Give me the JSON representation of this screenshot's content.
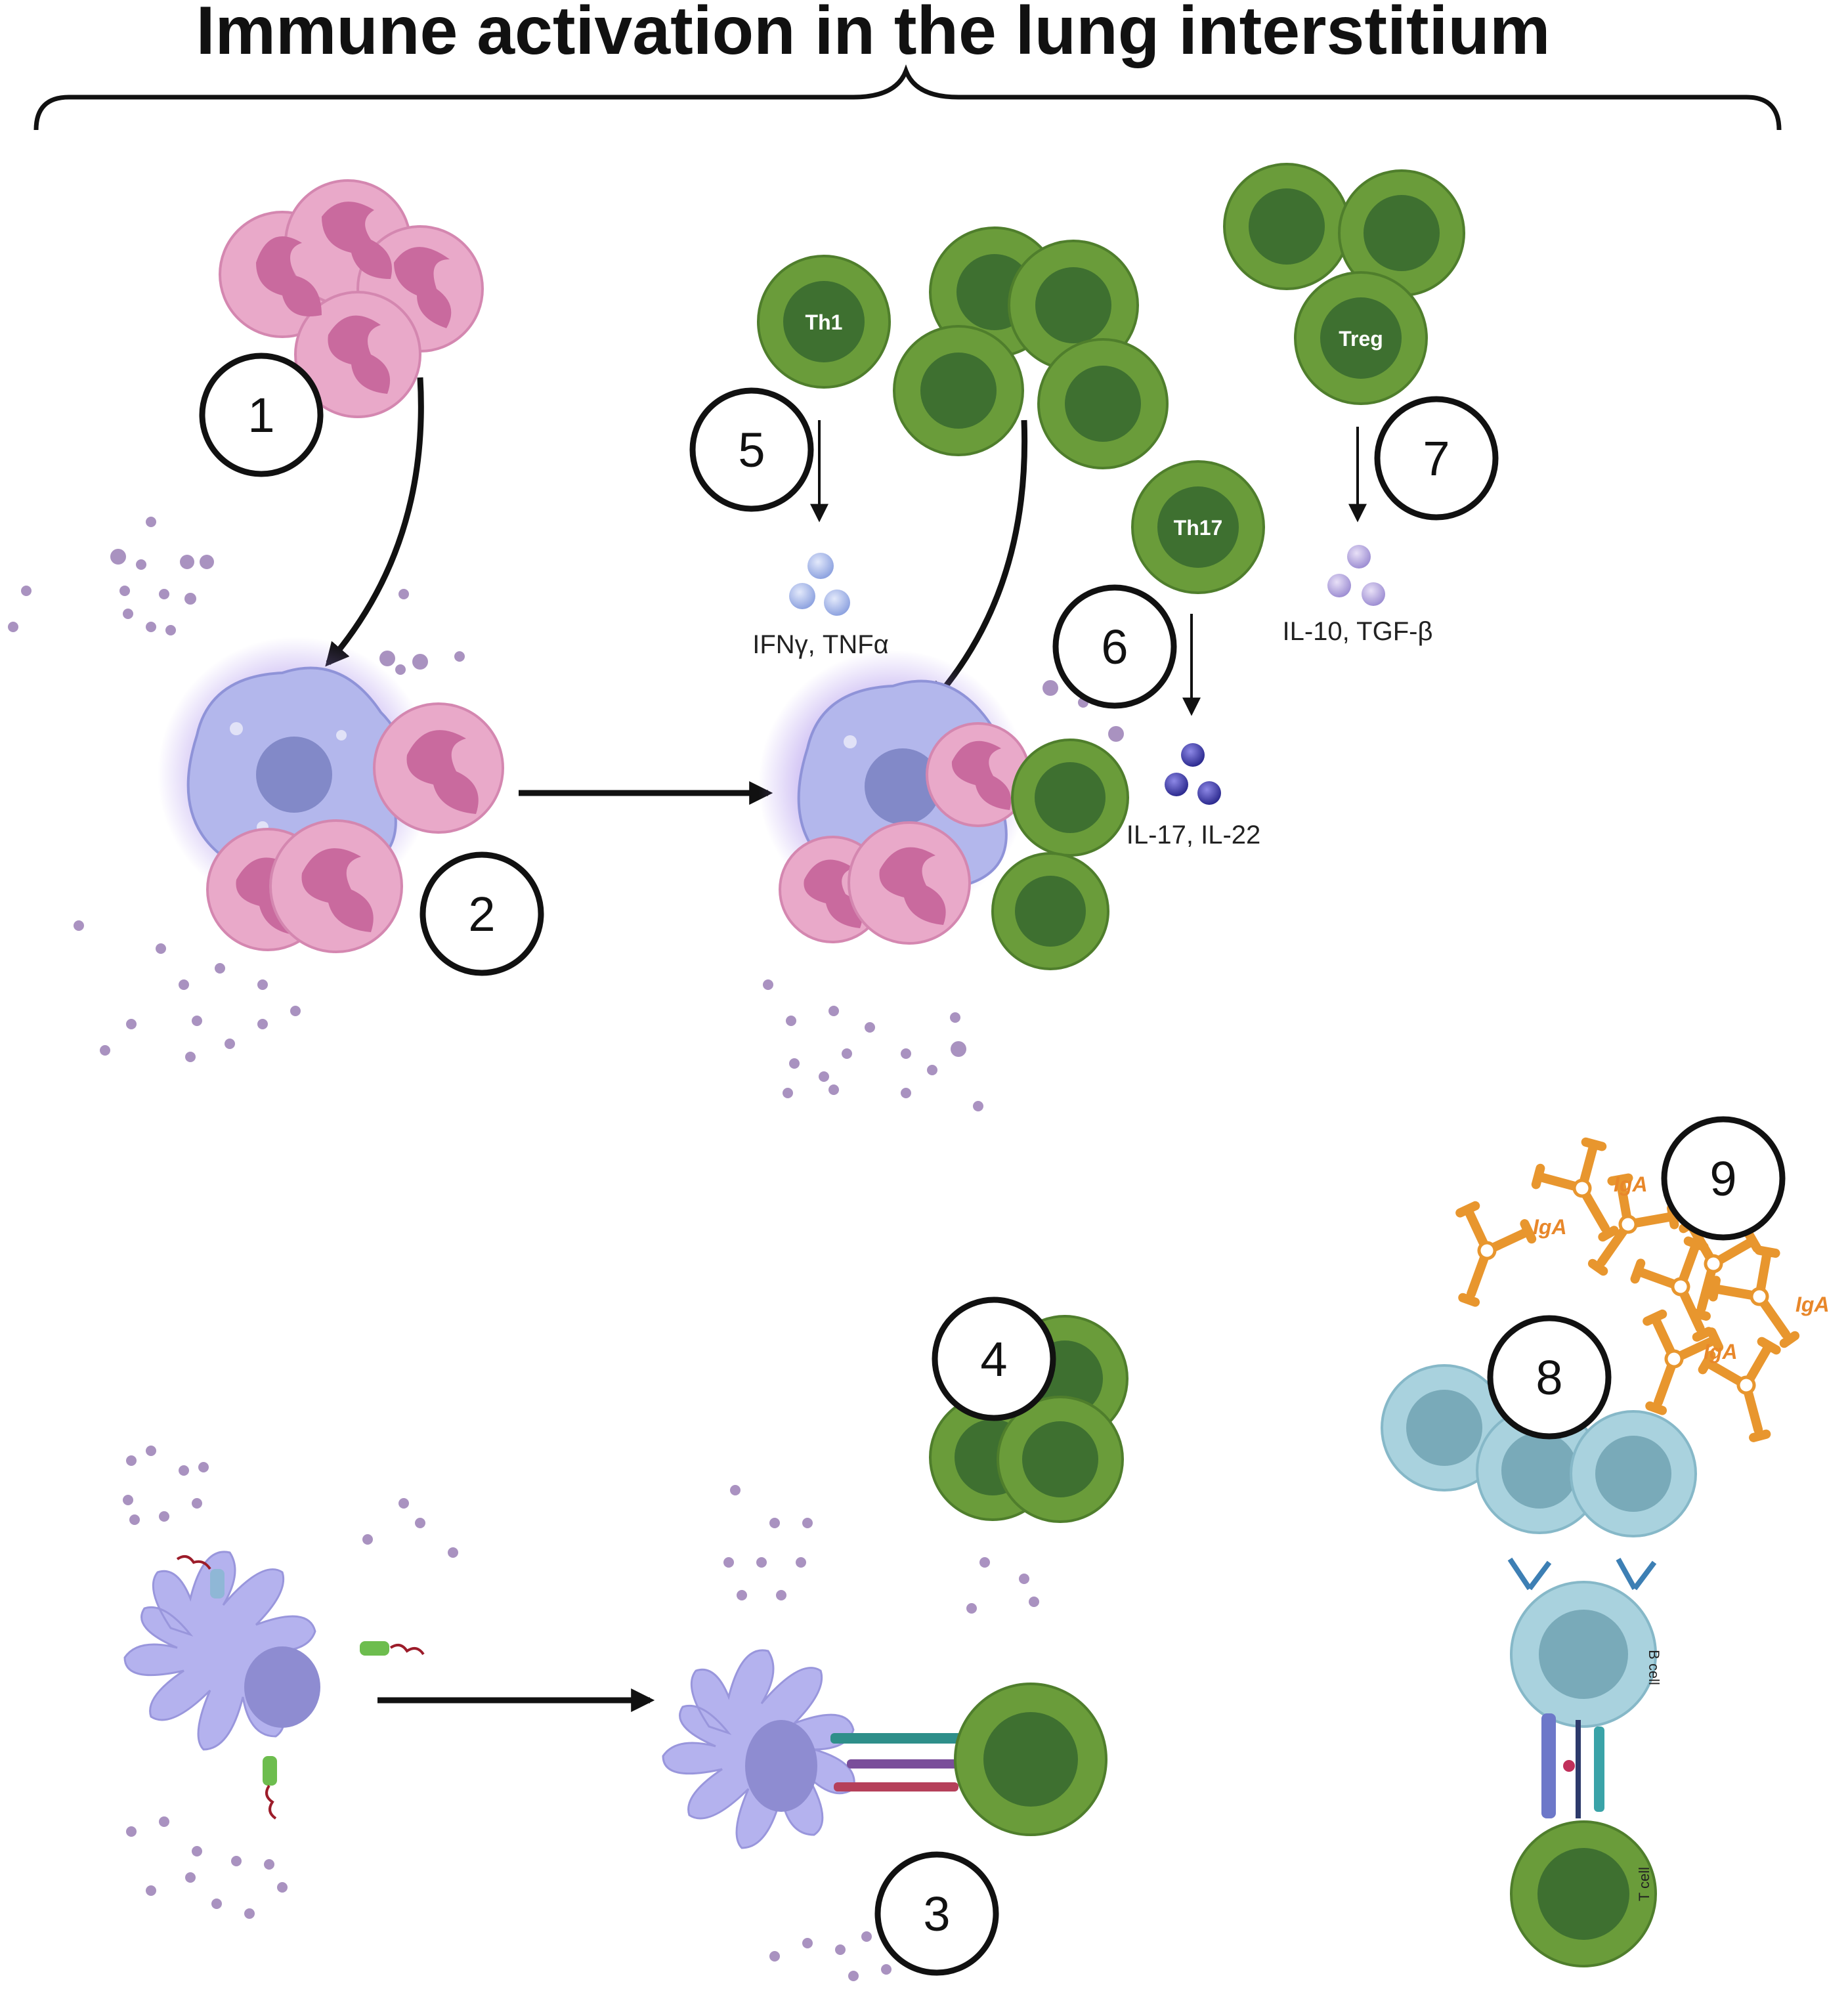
{
  "title": "Immune activation in the lung interstitium",
  "steps": [
    "1",
    "2",
    "3",
    "4",
    "5",
    "6",
    "7",
    "8",
    "9"
  ],
  "cell_labels": {
    "th1": "Th1",
    "th17": "Th17",
    "treg": "Treg",
    "b_cell": "B cell",
    "t_cell": "T cell"
  },
  "cytokines": {
    "th1": "IFNγ, TNFα",
    "th17": "IL-17, IL-22",
    "treg": "IL-10, TGF-β"
  },
  "antibody_label": "IgA",
  "colors": {
    "neutrophil": "#e9a9c9",
    "neutrophil_nucleus": "#c96a9e",
    "macrophage": "#b3b7ec",
    "macrophage_glow": "#9b7be8",
    "t_cell": "#6a9c3a",
    "t_cell_nucleus": "#3e7030",
    "dendritic_cell": "#b4b2ee",
    "b_cell": "#a9d2de",
    "b_cell_nucleus": "#79aab9",
    "iga": "#e8962e",
    "debris": "#9b7fb6"
  }
}
